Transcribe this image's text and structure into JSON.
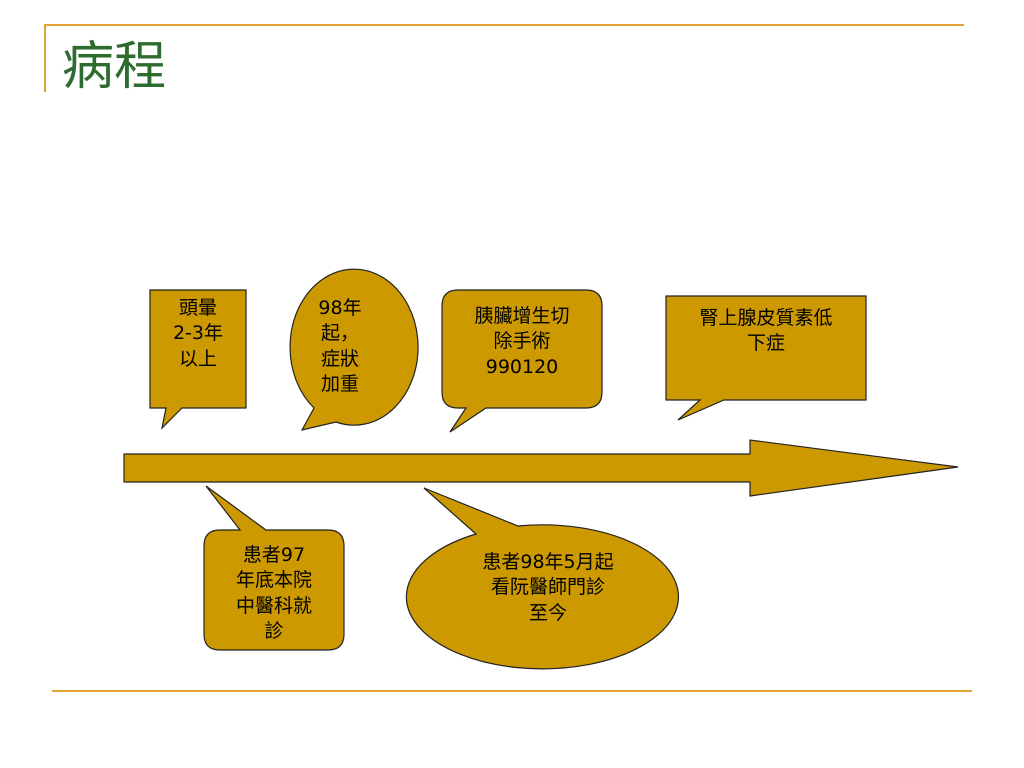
{
  "slide": {
    "title": "病程"
  },
  "events": {
    "dizziness": "頭暈\n2-3年\n以上",
    "worsened": "98年\n起，\n症狀\n加重",
    "surgery": "胰臟增生切\n除手術\n990120",
    "adrenal": "腎上腺皮質素低\n下症",
    "first_visit": "患者97\n年底本院\n中醫科就\n診",
    "outpatient": "患者98年5月起\n看阮醫師門診\n至今"
  },
  "colors": {
    "fill": "#CC9900",
    "stroke": "#222222",
    "title": "#2E6B2E",
    "rule": "#E0A531"
  }
}
